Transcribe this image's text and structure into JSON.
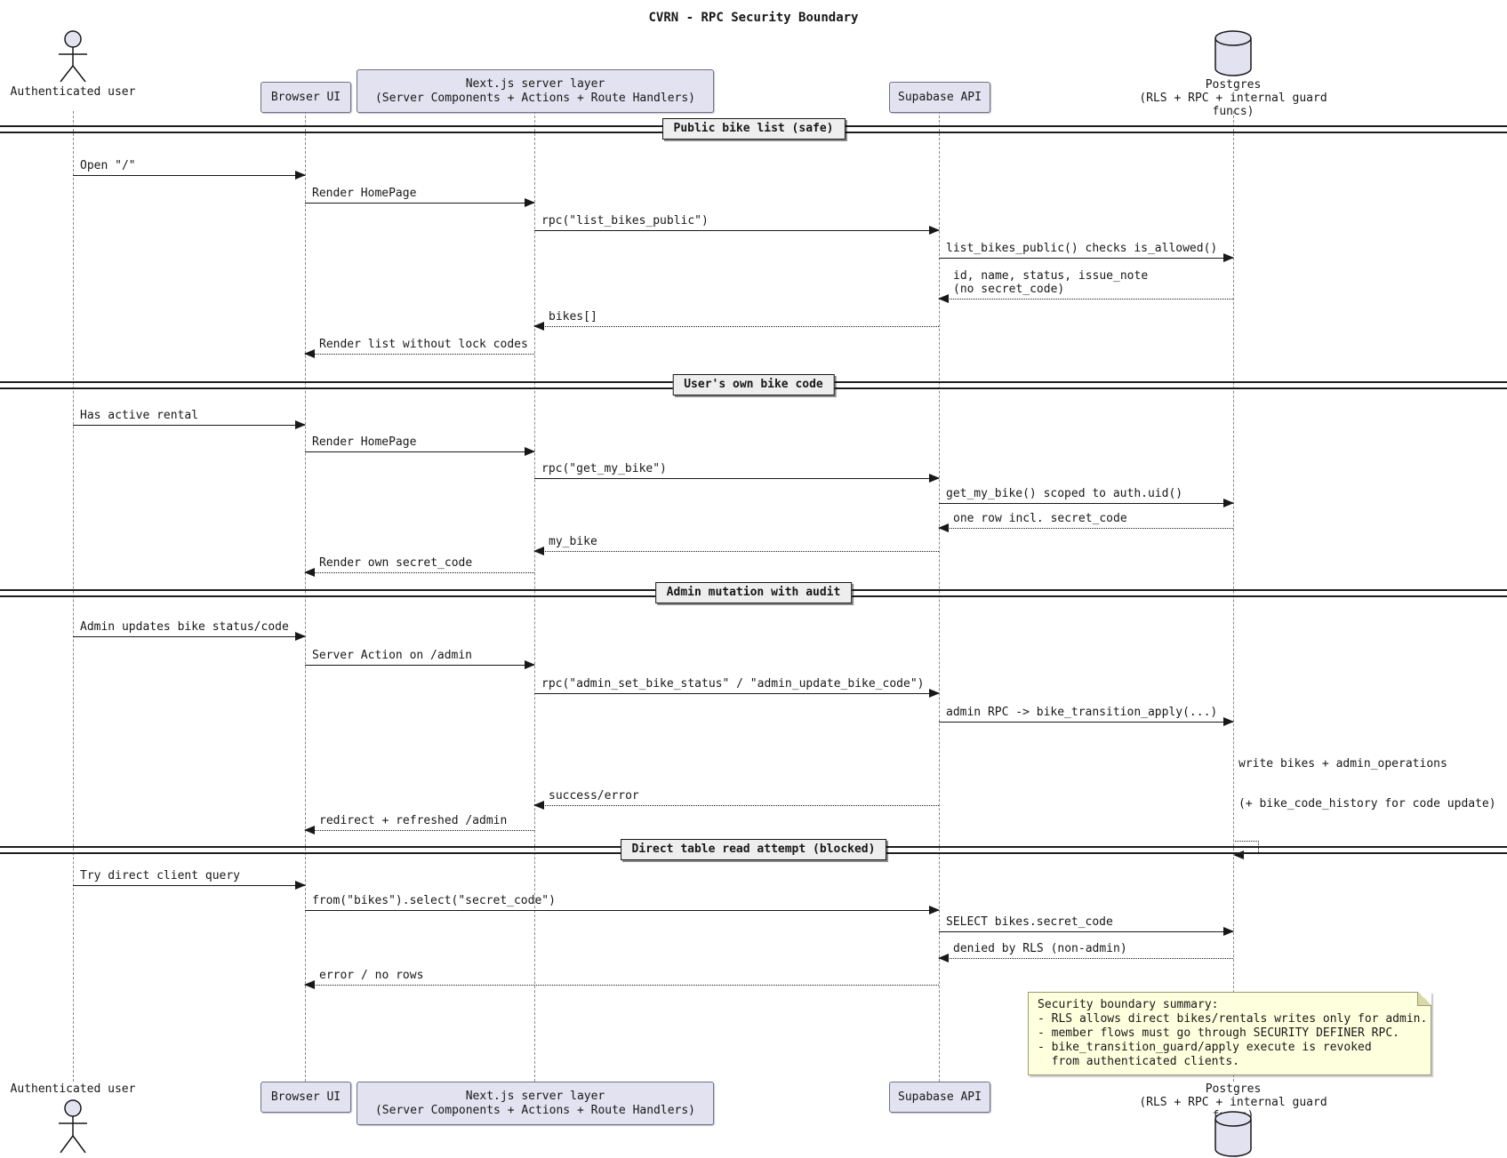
{
  "title": "CVRN - RPC Security Boundary",
  "colors": {
    "participant_fill": "#E2E2F0",
    "divider_fill": "#EEEEEE",
    "note_fill": "#FEFFDD",
    "line": "#181818"
  },
  "participants": {
    "user": {
      "label": "Authenticated user"
    },
    "browser": {
      "label": "Browser UI"
    },
    "nextjs": {
      "label": "Next.js server layer",
      "label2": "(Server Components + Actions + Route Handlers)"
    },
    "supabase": {
      "label": "Supabase API"
    },
    "postgres": {
      "label": "Postgres",
      "label2": "(RLS + RPC + internal guard funcs)"
    }
  },
  "sections": [
    {
      "divider": "Public bike list (safe)",
      "messages": [
        {
          "label": "Open \"/\"",
          "from": "user",
          "to": "browser",
          "style": "solid"
        },
        {
          "label": "Render HomePage",
          "from": "browser",
          "to": "nextjs",
          "style": "solid"
        },
        {
          "label": "rpc(\"list_bikes_public\")",
          "from": "nextjs",
          "to": "supabase",
          "style": "solid"
        },
        {
          "label": "list_bikes_public() checks is_allowed()",
          "from": "supabase",
          "to": "postgres",
          "style": "solid"
        },
        {
          "label": "id, name, status, issue_note",
          "label2": "(no secret_code)",
          "from": "postgres",
          "to": "supabase",
          "style": "dotted"
        },
        {
          "label": "bikes[]",
          "from": "supabase",
          "to": "nextjs",
          "style": "dotted"
        },
        {
          "label": "Render list without lock codes",
          "from": "nextjs",
          "to": "browser",
          "style": "dotted"
        }
      ]
    },
    {
      "divider": "User's own bike code",
      "messages": [
        {
          "label": "Has active rental",
          "from": "user",
          "to": "browser",
          "style": "solid"
        },
        {
          "label": "Render HomePage",
          "from": "browser",
          "to": "nextjs",
          "style": "solid"
        },
        {
          "label": "rpc(\"get_my_bike\")",
          "from": "nextjs",
          "to": "supabase",
          "style": "solid"
        },
        {
          "label": "get_my_bike() scoped to auth.uid()",
          "from": "supabase",
          "to": "postgres",
          "style": "solid"
        },
        {
          "label": "one row incl. secret_code",
          "from": "postgres",
          "to": "supabase",
          "style": "dotted"
        },
        {
          "label": "my_bike",
          "from": "supabase",
          "to": "nextjs",
          "style": "dotted"
        },
        {
          "label": "Render own secret_code",
          "from": "nextjs",
          "to": "browser",
          "style": "dotted"
        }
      ]
    },
    {
      "divider": "Admin mutation with audit",
      "messages": [
        {
          "label": "Admin updates bike status/code",
          "from": "user",
          "to": "browser",
          "style": "solid"
        },
        {
          "label": "Server Action on /admin",
          "from": "browser",
          "to": "nextjs",
          "style": "solid"
        },
        {
          "label": "rpc(\"admin_set_bike_status\" / \"admin_update_bike_code\")",
          "from": "nextjs",
          "to": "supabase",
          "style": "solid"
        },
        {
          "label": "admin RPC -> bike_transition_apply(...)",
          "from": "supabase",
          "to": "postgres",
          "style": "solid"
        },
        {
          "label": "write bikes + admin_operations",
          "label2": "(+ bike_code_history for code update)",
          "from": "postgres",
          "to": "postgres",
          "style": "dotted-self"
        },
        {
          "label": "success/error",
          "from": "supabase",
          "to": "nextjs",
          "style": "dotted"
        },
        {
          "label": "redirect + refreshed /admin",
          "from": "nextjs",
          "to": "browser",
          "style": "dotted"
        }
      ]
    },
    {
      "divider": "Direct table read attempt (blocked)",
      "messages": [
        {
          "label": "Try direct client query",
          "from": "user",
          "to": "browser",
          "style": "solid"
        },
        {
          "label": "from(\"bikes\").select(\"secret_code\")",
          "from": "browser",
          "to": "supabase",
          "style": "solid"
        },
        {
          "label": "SELECT bikes.secret_code",
          "from": "supabase",
          "to": "postgres",
          "style": "solid"
        },
        {
          "label": "denied by RLS (non-admin)",
          "from": "postgres",
          "to": "supabase",
          "style": "dotted"
        },
        {
          "label": "error / no rows",
          "from": "supabase",
          "to": "browser",
          "style": "dotted"
        }
      ]
    }
  ],
  "note": {
    "lines": [
      "Security boundary summary:",
      "- RLS allows direct bikes/rentals writes only for admin.",
      "- member flows must go through SECURITY DEFINER RPC.",
      "- bike_transition_guard/apply execute is revoked",
      "  from authenticated clients."
    ]
  }
}
